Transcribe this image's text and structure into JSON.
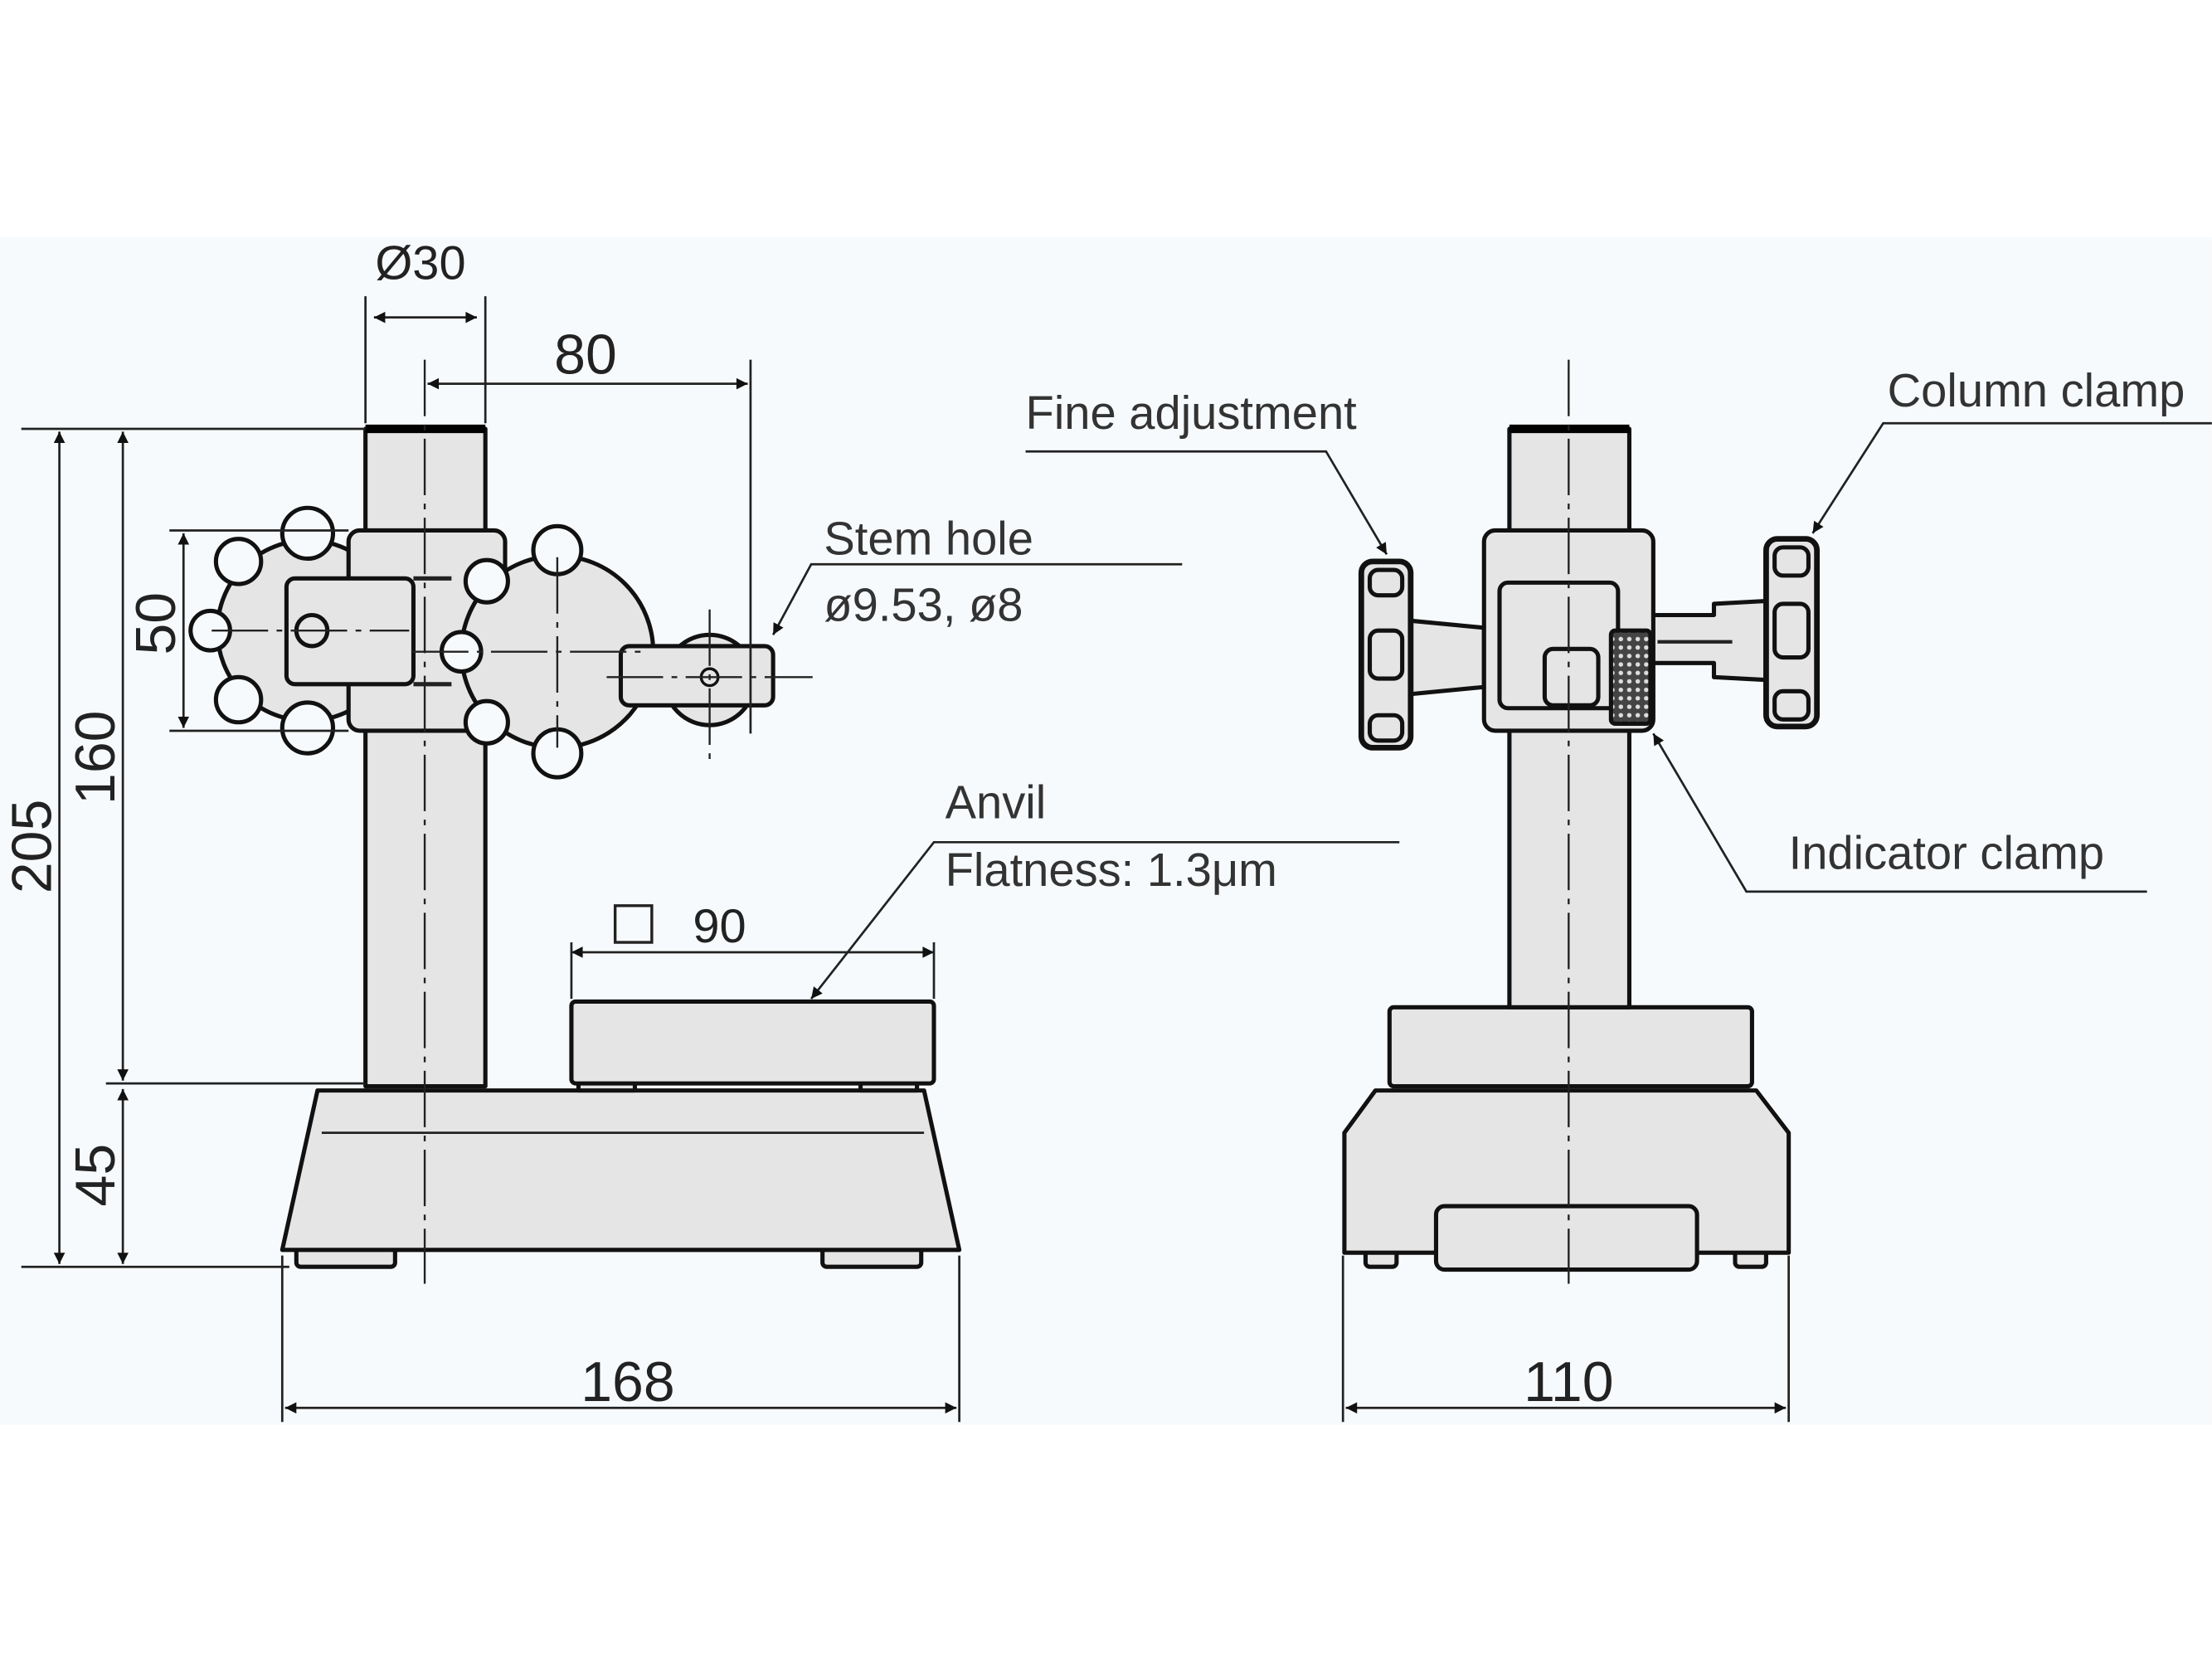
{
  "title": "Dial gauge stand dimensional drawing",
  "dimensions": {
    "column_diameter": "Ø30",
    "arm_reach": "80",
    "total_height": "205",
    "column_height": "160",
    "clamp_height": "50",
    "base_height": "45",
    "base_depth": "168",
    "base_width": "110",
    "anvil_size": "90"
  },
  "labels": {
    "stem_hole": "Stem hole",
    "stem_hole_sizes": "ø9.53, ø8",
    "anvil": "Anvil",
    "anvil_flatness": "Flatness: 1.3μm",
    "fine_adjustment": "Fine adjustment",
    "column_clamp": "Column clamp",
    "indicator_clamp": "Indicator clamp"
  }
}
